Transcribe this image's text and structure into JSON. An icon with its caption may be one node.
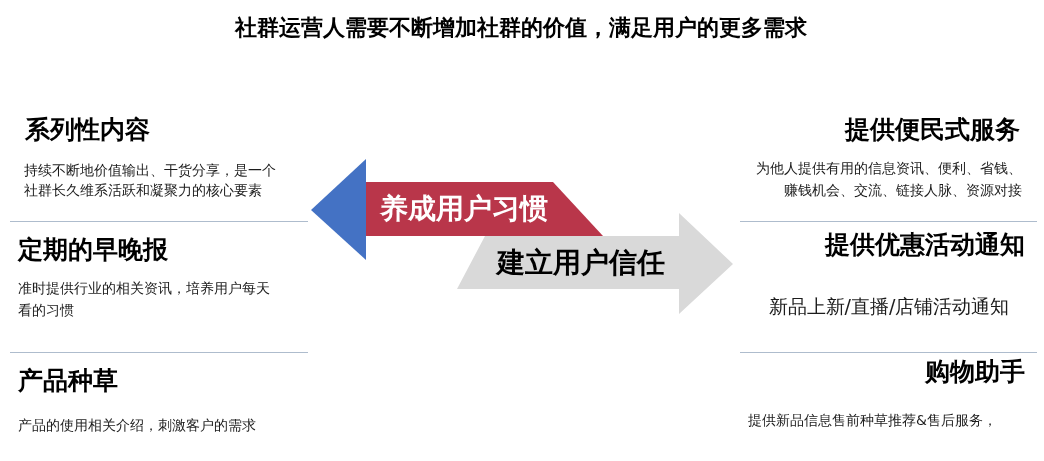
{
  "diagram": {
    "title": "社群运营人需要不断增加社群的价值，满足用户的更多需求",
    "nodes": [
      {
        "text": [
          "养成用户习惯"
        ]
      },
      {
        "text": [
          "建立用户信任"
        ]
      }
    ],
    "labels": [
      "系列性内容",
      "持续不断地价值输出、干货分享，是一个社群长久维系活跃和凝聚力的核心要素",
      "定期的早晚报",
      "准时提供行业的相关资讯，培养用户每天看的习惯",
      "产品种草",
      "产品的使用相关介绍，刺激客户的需求",
      "提供便民式服务",
      "为他人提供有用的信息资讯、便利、省钱、赚钱机会、交流、链接人脉、资源对接",
      "提供优惠活动通知",
      "新品上新/直播/店铺活动通知",
      "购物助手",
      "提供新品信息售前种草推荐&售后服务，"
    ]
  }
}
